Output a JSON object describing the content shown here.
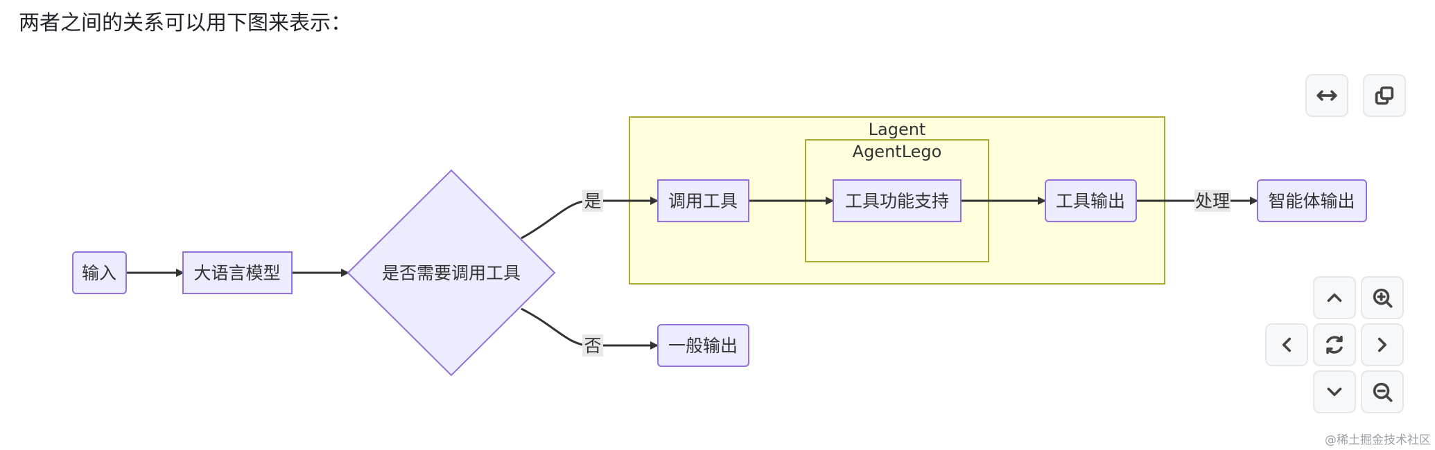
{
  "intro_text": "两者之间的关系可以用下图来表示：",
  "diagram": {
    "nodes": {
      "input": "输入",
      "llm": "大语言模型",
      "decision": "是否需要调用工具",
      "call_tool": "调用工具",
      "tool_support": "工具功能支持",
      "tool_output": "工具输出",
      "agent_output": "智能体输出",
      "general_output": "一般输出"
    },
    "clusters": {
      "lagent": "Lagent",
      "agentlego": "AgentLego"
    },
    "edge_labels": {
      "yes": "是",
      "no": "否",
      "process": "处理"
    },
    "colors": {
      "node_fill": "#ECECFF",
      "node_stroke": "#9370DB",
      "cluster_fill": "#ffffde",
      "cluster_stroke": "#aaaa33"
    }
  },
  "controls": {
    "expand": "expand-horizontal-icon",
    "copy": "copy-icon",
    "up": "chevron-up-icon",
    "down": "chevron-down-icon",
    "left": "chevron-left-icon",
    "right": "chevron-right-icon",
    "reset": "refresh-icon",
    "zoom_in": "zoom-in-icon",
    "zoom_out": "zoom-out-icon"
  },
  "watermark": "@稀土掘金技术社区"
}
